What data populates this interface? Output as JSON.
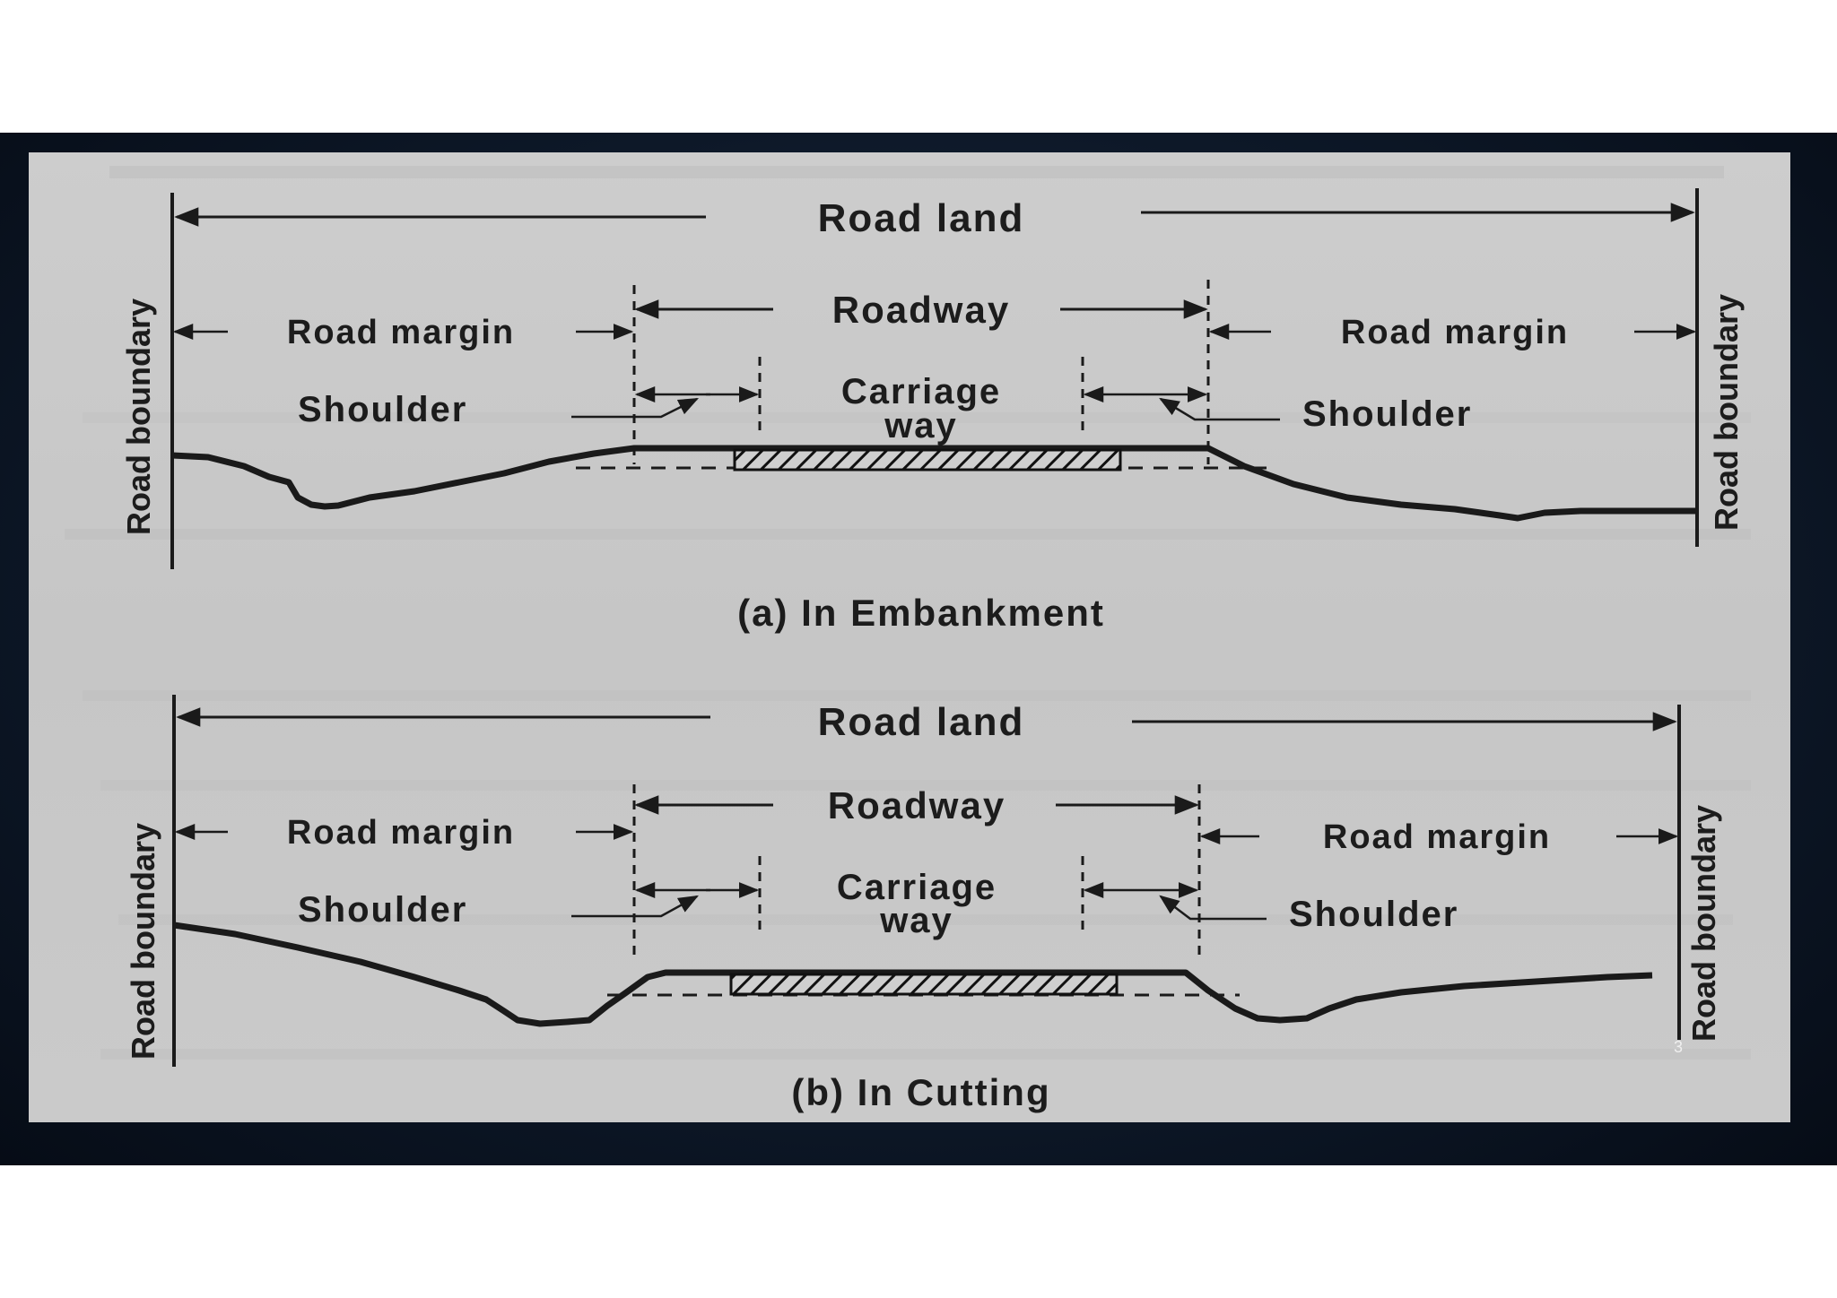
{
  "slide": {
    "page_number": "3"
  },
  "panel_a": {
    "caption": "(a) In Embankment",
    "road_land": "Road land",
    "roadway": "Roadway",
    "road_margin_left": "Road margin",
    "road_margin_right": "Road margin",
    "carriageway_line1": "Carriage",
    "carriageway_line2": "way",
    "shoulder_left": "Shoulder",
    "shoulder_right": "Shoulder",
    "road_boundary_left": "Road boundary",
    "road_boundary_right": "Road boundary"
  },
  "panel_b": {
    "caption": "(b) In Cutting",
    "road_land": "Road land",
    "roadway": "Roadway",
    "road_margin_left": "Road margin",
    "road_margin_right": "Road margin",
    "carriageway_line1": "Carriage",
    "carriageway_line2": "way",
    "shoulder_left": "Shoulder",
    "shoulder_right": "Shoulder",
    "road_boundary_left": "Road boundary",
    "road_boundary_right": "Road boundary"
  },
  "colors": {
    "frame": "#0d1828",
    "paper": "#c9c9c9",
    "ink": "#1a1a1a"
  }
}
